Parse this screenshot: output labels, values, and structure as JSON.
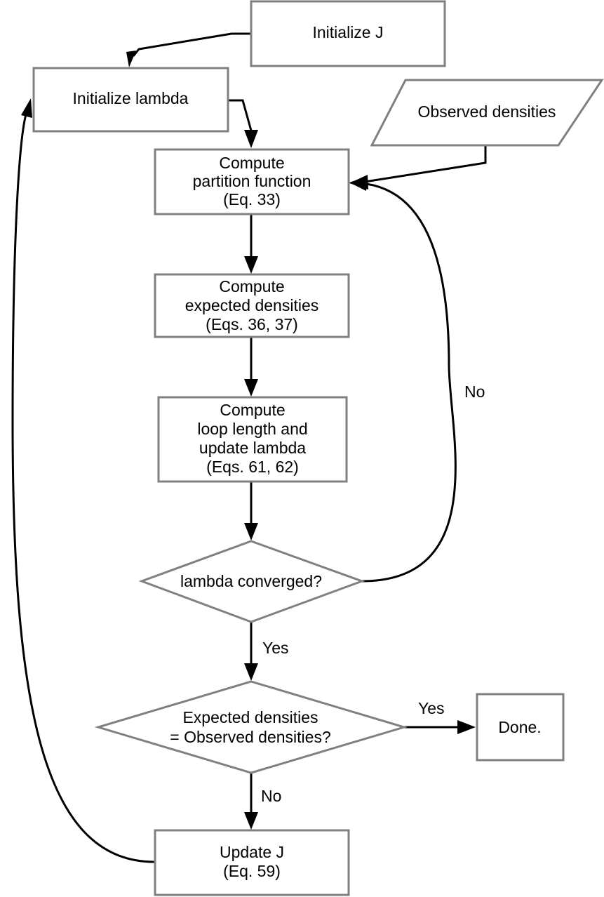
{
  "nodes": {
    "initialize_j": "Initialize J",
    "initialize_lambda": "Initialize lambda",
    "observed_densities": "Observed densities",
    "partition_function": [
      "Compute",
      "partition function",
      "(Eq. 33)"
    ],
    "expected_densities": [
      "Compute",
      "expected densities",
      "(Eqs. 36, 37)"
    ],
    "loop_length": [
      "Compute",
      "loop length and",
      "update lambda",
      "(Eqs. 61, 62)"
    ],
    "lambda_converged": "lambda converged?",
    "densities_match": [
      "Expected densities",
      "= Observed densities?"
    ],
    "done": "Done.",
    "update_j": [
      "Update J",
      "(Eq. 59)"
    ]
  },
  "edge_labels": {
    "converged_no": "No",
    "converged_yes": "Yes",
    "match_yes": "Yes",
    "match_no": "No"
  },
  "colors": {
    "node_border": "#808080",
    "edge": "#000000",
    "background": "#ffffff"
  }
}
